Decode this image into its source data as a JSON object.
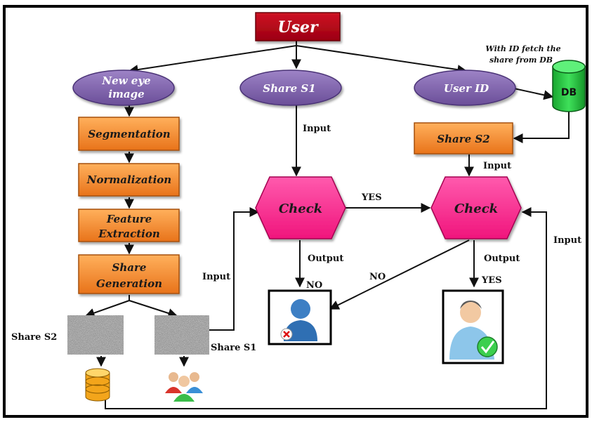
{
  "user": {
    "label": "User"
  },
  "ovals": {
    "new_eye_image": [
      "New eye",
      "image"
    ],
    "share_s1": "Share S1",
    "user_id": "User ID"
  },
  "db": {
    "label": "DB",
    "note": [
      "With ID fetch the",
      "share from DB"
    ]
  },
  "steps": {
    "segmentation": [
      "Segmentation"
    ],
    "normalization": [
      "Normalization"
    ],
    "feature_extraction": [
      "Feature",
      "Extraction"
    ],
    "share_generation": [
      "Share",
      "Generation"
    ]
  },
  "share_s2_box": "Share S2",
  "check_left": "Check",
  "check_right": "Check",
  "labels": {
    "input_s1": "Input",
    "input_s2": "Input",
    "yes_mid": "YES",
    "output_left": "Output",
    "output_right": "Output",
    "no_left": "NO",
    "no_cross": "NO",
    "yes_right": "YES",
    "input_left": "Input",
    "input_right": "Input",
    "share_s2_img": "Share S2",
    "share_s1_img": "Share S1"
  },
  "icons": [
    "rejected-user-icon",
    "accepted-user-icon",
    "database-stack-icon",
    "user-group-icon"
  ],
  "colors": {
    "user_box": "#b00012",
    "oval": "#7b5ea7",
    "step_box": "#f08a24",
    "hexagon": "#ff2c93",
    "db": "#1fbf3a",
    "border": "#000000"
  }
}
